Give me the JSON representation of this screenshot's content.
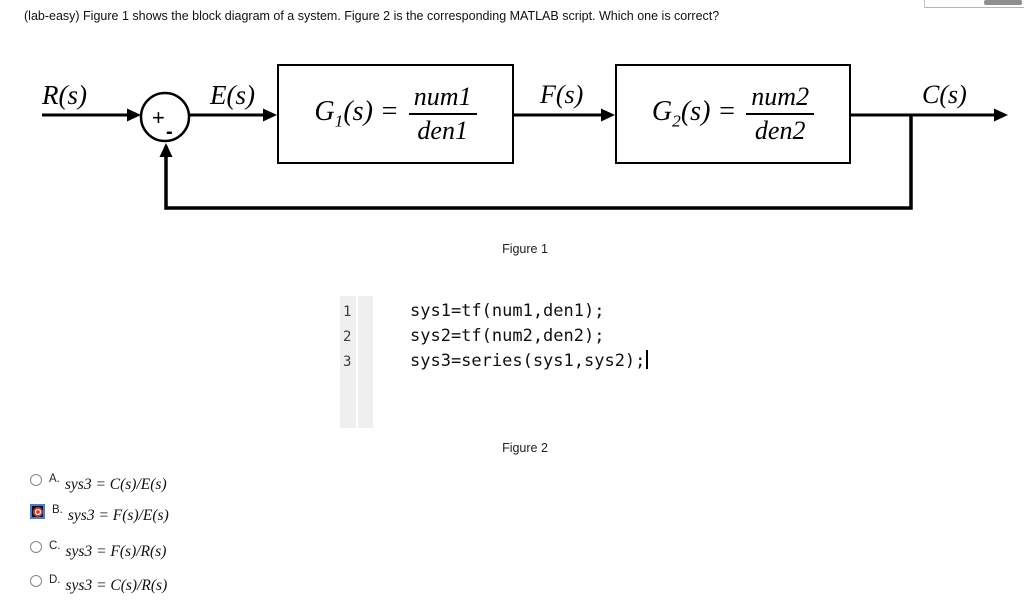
{
  "question": "(lab-easy) Figure 1 shows the block diagram of a system. Figure 2 is the corresponding MATLAB script. Which one is correct?",
  "diagram": {
    "input_label": "R(s)",
    "error_label": "E(s)",
    "intermediate_label": "F(s)",
    "output_label": "C(s)",
    "sum_plus": "+",
    "sum_minus": "-",
    "g1": {
      "sym": "G",
      "sub": "1",
      "eq": "(s) =",
      "num": "num1",
      "den": "den1"
    },
    "g2": {
      "sym": "G",
      "sub": "2",
      "eq": "(s) =",
      "num": "num2",
      "den": "den2"
    },
    "caption": "Figure 1"
  },
  "code": {
    "lines": [
      {
        "no": "1",
        "text": "sys1=tf(num1,den1);"
      },
      {
        "no": "2",
        "text": "sys2=tf(num2,den2);"
      },
      {
        "no": "3",
        "text": "sys3=series(sys1,sys2);"
      }
    ],
    "caption": "Figure 2"
  },
  "options": [
    {
      "label": "A.",
      "formula": "sys3 = C(s)/E(s)",
      "selected": false
    },
    {
      "label": "B.",
      "formula": "sys3 = F(s)/E(s)",
      "selected": true
    },
    {
      "label": "C.",
      "formula": "sys3 = F(s)/R(s)",
      "selected": false
    },
    {
      "label": "D.",
      "formula": "sys3 = C(s)/R(s)",
      "selected": false
    }
  ],
  "colors": {
    "accent_blue": "#4a7dc9",
    "radio_red": "#c63a30",
    "gutter_gray": "#efefef",
    "scrollbar_gray": "#8f8f8f"
  }
}
